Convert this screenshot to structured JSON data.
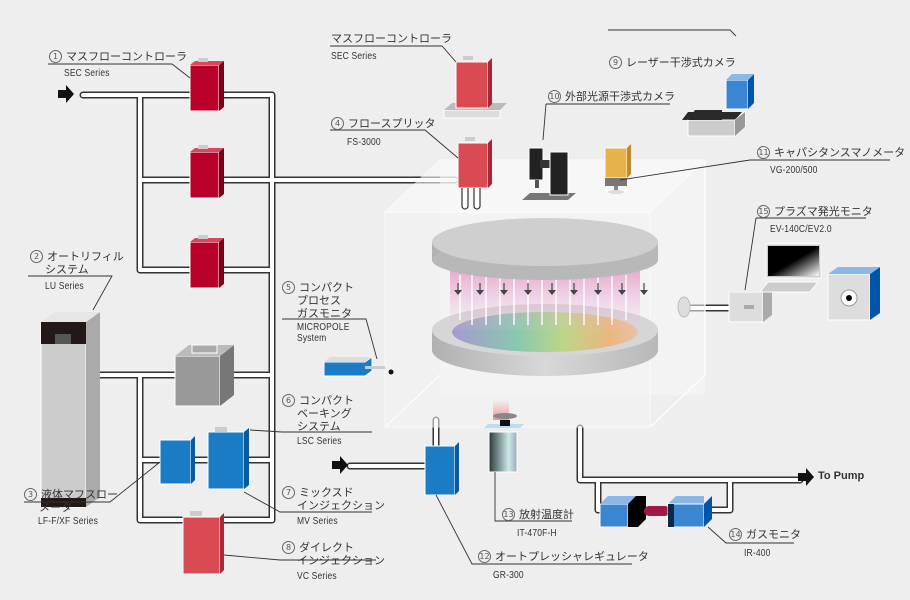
{
  "diagram": {
    "title": "Semiconductor process chamber instrumentation diagram",
    "arrow_outlet_label": "To Pump",
    "labels": [
      {
        "id": "mfc1",
        "number": "1",
        "name": "マスフローコントローラ",
        "model": "SEC Series"
      },
      {
        "id": "mfc-top",
        "number": "",
        "name": "マスフローコントローラ",
        "model": "SEC Series"
      },
      {
        "id": "autorefill",
        "number": "2",
        "name_lines": [
          "オートリフィル",
          "システム"
        ],
        "model": "LU Series"
      },
      {
        "id": "liquid-mfm",
        "number": "3",
        "name_lines": [
          "液体マフスロー",
          "メータ"
        ],
        "model": "LF-F/XF Series"
      },
      {
        "id": "flow-splitter",
        "number": "4",
        "name": "フロースプリッタ",
        "model": "FS-3000"
      },
      {
        "id": "compact-gas-monitor",
        "number": "5",
        "name_lines": [
          "コンパクト",
          "プロセス",
          "ガスモニタ"
        ],
        "model_lines": [
          "MICROPOLE",
          "System"
        ]
      },
      {
        "id": "compact-baking",
        "number": "6",
        "name_lines": [
          "コンパクト",
          "ベーキング",
          "システム"
        ],
        "model": "LSC Series"
      },
      {
        "id": "mixed-injection",
        "number": "7",
        "name_lines": [
          "ミックスド",
          "インジェクション"
        ],
        "model": "MV Series"
      },
      {
        "id": "direct-injection",
        "number": "8",
        "name_lines": [
          "ダイレクト",
          "インジェクション"
        ],
        "model": "VC Series"
      },
      {
        "id": "laser-camera",
        "number": "9",
        "name": "レーザー干渉式カメラ",
        "model": ""
      },
      {
        "id": "external-camera",
        "number": "10",
        "name": "外部光源干渉式カメラ",
        "model": ""
      },
      {
        "id": "capacitance",
        "number": "11",
        "name": "キャパシタンスマノメータ",
        "model": "VG-200/500"
      },
      {
        "id": "pressure-regulator",
        "number": "12",
        "name": "オートプレッシャレギュレータ",
        "model": "GR-300"
      },
      {
        "id": "radiation-thermometer",
        "number": "13",
        "name": "放射温度計",
        "model": "IT-470F-H"
      },
      {
        "id": "gas-monitor",
        "number": "14",
        "name": "ガスモニタ",
        "model": "IR-400"
      },
      {
        "id": "plasma-monitor",
        "number": "15",
        "name": "プラズマ発光モニタ",
        "model": "EV-140C/EV2.0"
      }
    ],
    "colors": {
      "mfc_red_dark": "#b8002a",
      "mfc_red": "#d94a52",
      "blue": "#1a7cc4",
      "orange": "#e8b24a",
      "gray_box": "#a0a0a0",
      "background": "#eeeeee"
    }
  }
}
